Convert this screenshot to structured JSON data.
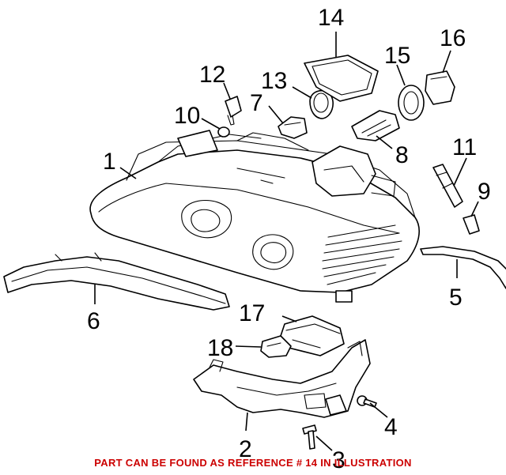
{
  "callouts": [
    {
      "id": "1",
      "label": "1"
    },
    {
      "id": "2",
      "label": "2"
    },
    {
      "id": "3",
      "label": "3"
    },
    {
      "id": "4",
      "label": "4"
    },
    {
      "id": "5",
      "label": "5"
    },
    {
      "id": "6",
      "label": "6"
    },
    {
      "id": "7",
      "label": "7"
    },
    {
      "id": "8",
      "label": "8"
    },
    {
      "id": "9",
      "label": "9"
    },
    {
      "id": "10",
      "label": "10"
    },
    {
      "id": "11",
      "label": "11"
    },
    {
      "id": "12",
      "label": "12"
    },
    {
      "id": "13",
      "label": "13"
    },
    {
      "id": "14",
      "label": "14"
    },
    {
      "id": "15",
      "label": "15"
    },
    {
      "id": "16",
      "label": "16"
    },
    {
      "id": "17",
      "label": "17"
    },
    {
      "id": "18",
      "label": "18"
    }
  ],
  "footer": {
    "note": "PART CAN BE FOUND AS REFERENCE # 14 IN ILLUSTRATION",
    "note_color": "#cc0000"
  }
}
